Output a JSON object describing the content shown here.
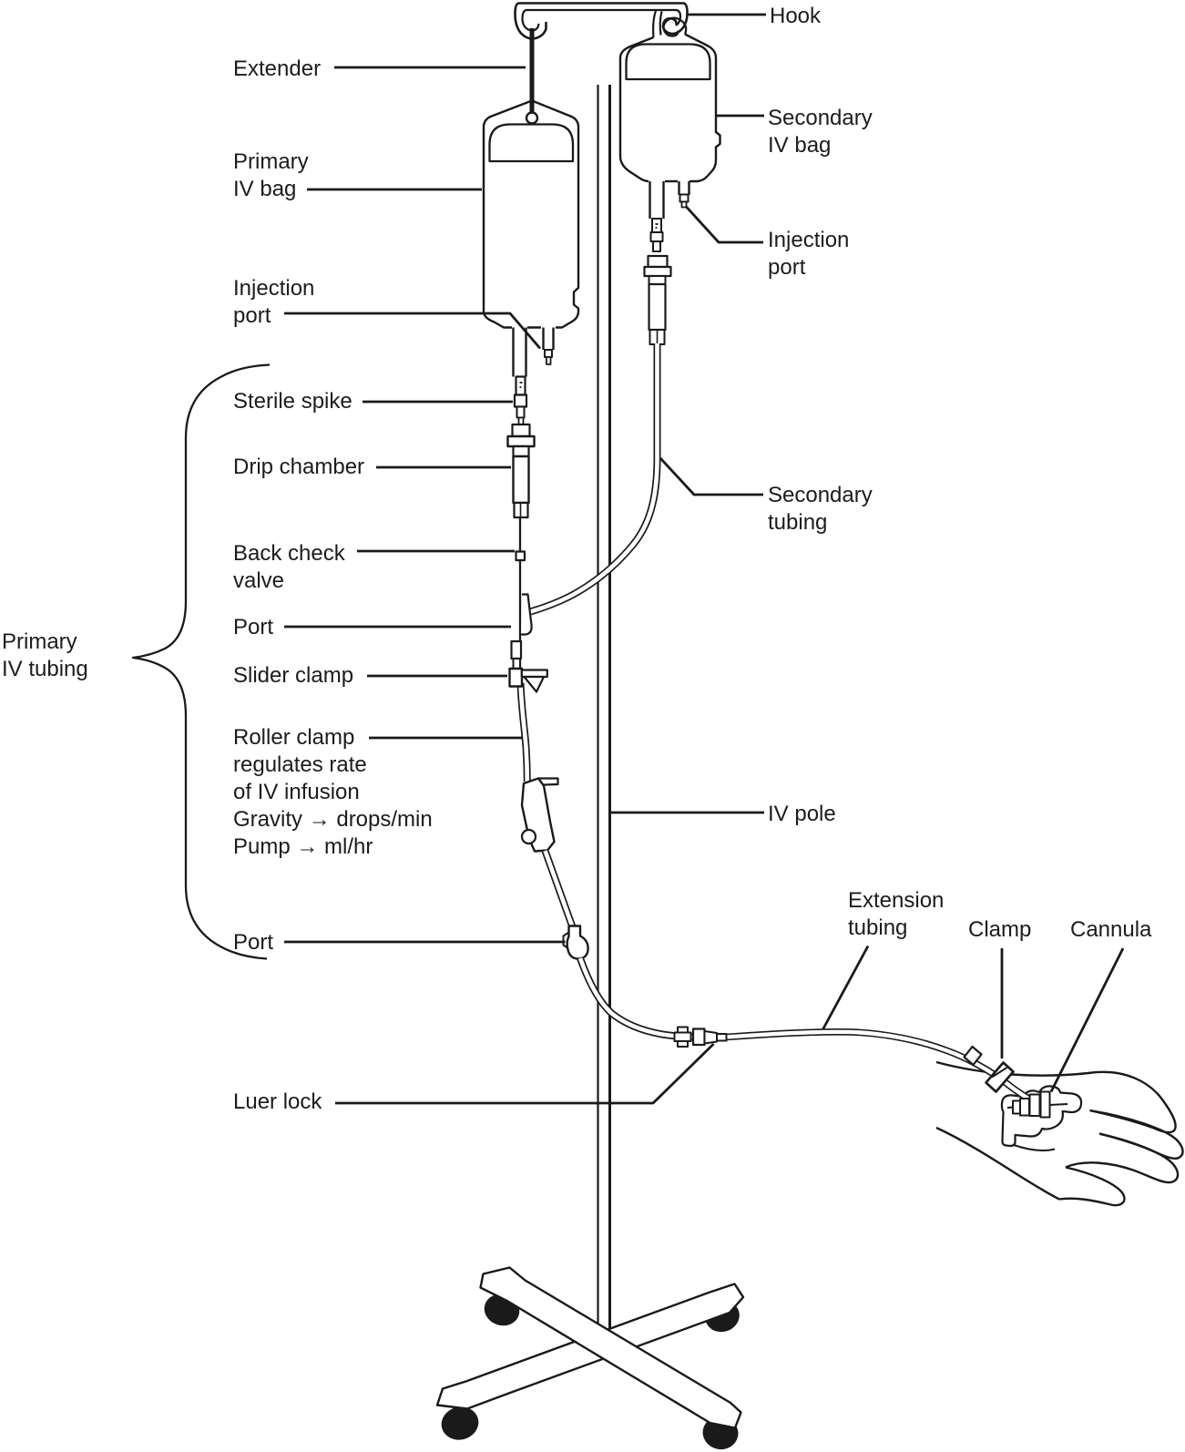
{
  "labels": {
    "hook": "Hook",
    "extender": "Extender",
    "primary_iv_bag": "Primary\nIV bag",
    "secondary_iv_bag": "Secondary\nIV bag",
    "injection_port_left": "Injection\nport",
    "injection_port_right": "Injection\nport",
    "sterile_spike": "Sterile spike",
    "drip_chamber": "Drip chamber",
    "back_check_valve": "Back check\nvalve",
    "port_upper": "Port",
    "slider_clamp": "Slider clamp",
    "roller_clamp": "Roller clamp\nregulates rate\nof IV infusion\nGravity → drops/min\nPump → ml/hr",
    "secondary_tubing": "Secondary\ntubing",
    "iv_pole": "IV pole",
    "primary_iv_tubing": "Primary\nIV tubing",
    "port_lower": "Port",
    "luer_lock": "Luer lock",
    "extension_tubing": "Extension\ntubing",
    "clamp": "Clamp",
    "cannula": "Cannula"
  },
  "colors": {
    "ink": "#1a1a1a",
    "background": "#ffffff"
  }
}
